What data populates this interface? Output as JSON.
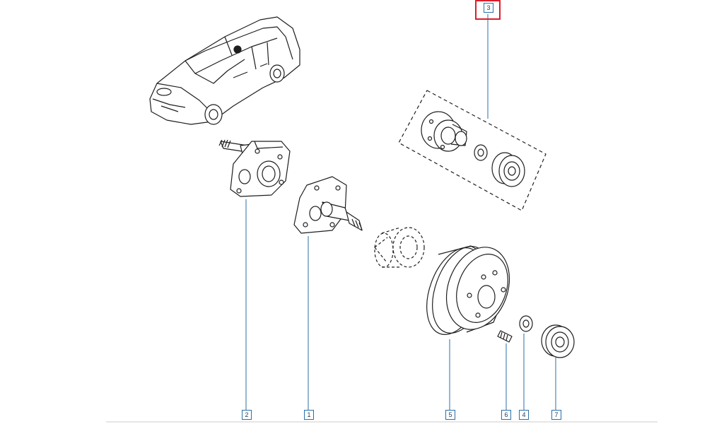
{
  "callouts": {
    "c1": "1",
    "c2": "2",
    "c3": "3",
    "c4": "4",
    "c5": "5",
    "c6": "6",
    "c7": "7"
  },
  "selected_callout": "3",
  "colors": {
    "line": "#1e1e1e",
    "leader": "#2a6fa8",
    "highlight": "#d8202a"
  }
}
